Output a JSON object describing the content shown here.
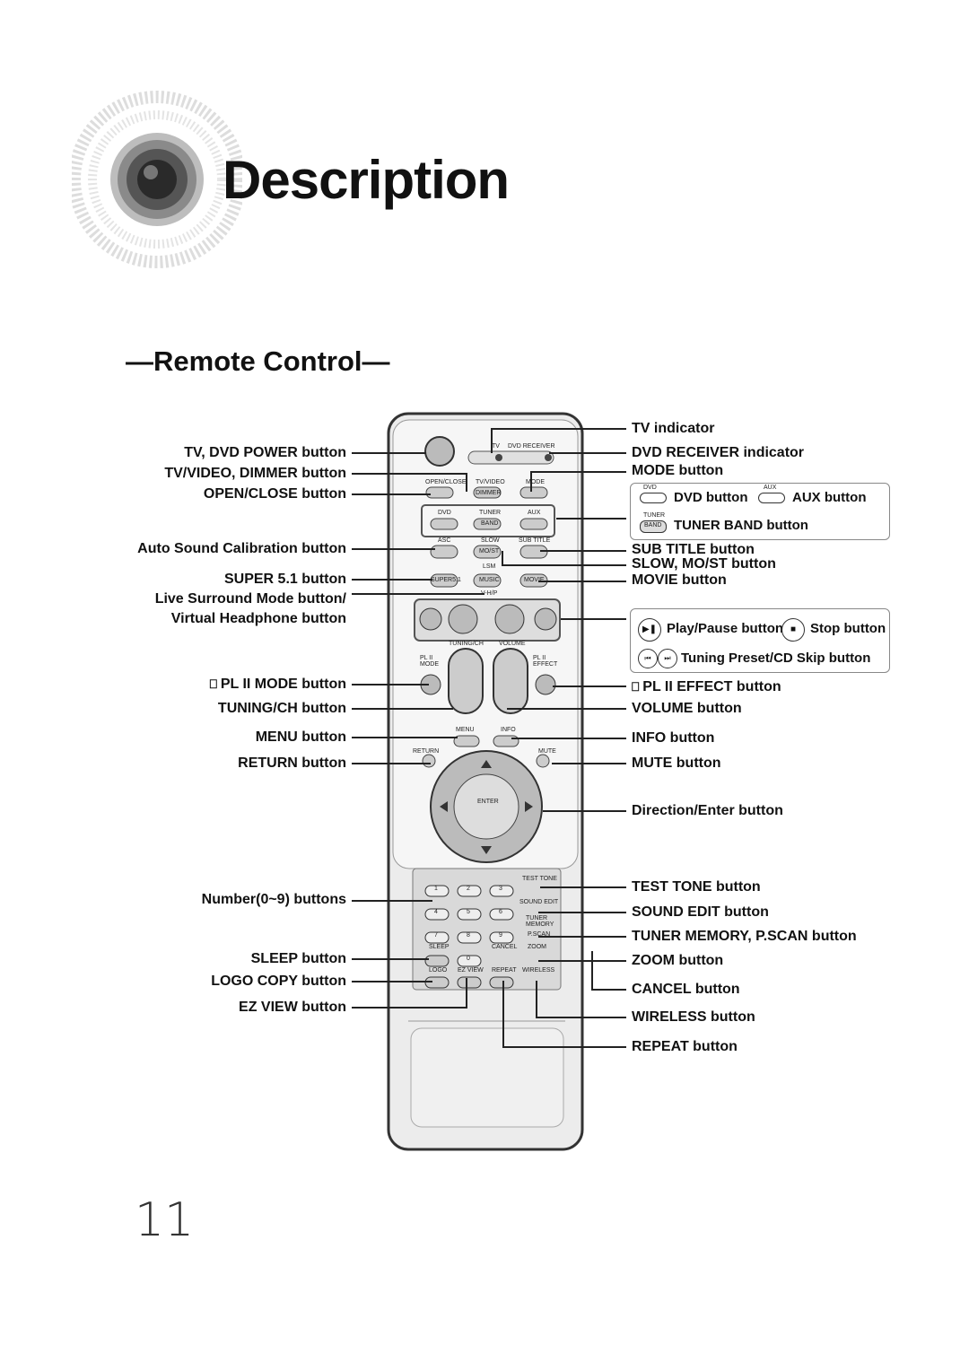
{
  "page": {
    "title": "Description",
    "subtitle": "—Remote Control—",
    "page_number": "11"
  },
  "left_labels": [
    "TV, DVD POWER button",
    "TV/VIDEO, DIMMER button",
    "OPEN/CLOSE button",
    "Auto Sound Calibration button",
    "SUPER 5.1 button",
    "Live Surround Mode button/",
    "Virtual Headphone button",
    "PL II MODE button",
    "TUNING/CH button",
    "MENU button",
    "RETURN button",
    "Number(0~9) buttons",
    "SLEEP button",
    "LOGO COPY button",
    "EZ VIEW button"
  ],
  "right_labels": [
    "TV indicator",
    "DVD RECEIVER indicator",
    "MODE button",
    "SUB TITLE button",
    "SLOW, MO/ST button",
    "MOVIE button",
    "PL II EFFECT button",
    "VOLUME button",
    "INFO button",
    "MUTE button",
    "Direction/Enter button",
    "TEST TONE button",
    "SOUND EDIT button",
    "TUNER MEMORY, P.SCAN button",
    "ZOOM button",
    "CANCEL button",
    "WIRELESS button",
    "REPEAT button"
  ],
  "mode_box": {
    "dvd_tag": "DVD",
    "aux_tag": "AUX",
    "tuner_tag": "TUNER",
    "band_tag": "BAND",
    "dvd_label": "DVD button",
    "aux_label": "AUX button",
    "tuner_label": "TUNER BAND button"
  },
  "transport_box": {
    "play_label": "Play/Pause button",
    "stop_label": "Stop button",
    "skip_label": "Tuning Preset/CD Skip button"
  },
  "remote": {
    "tv": "TV",
    "dvd_receiver": "DVD RECEIVER",
    "open_close": "OPEN/CLOSE",
    "tv_video": "TV/VIDEO",
    "mode": "MODE",
    "dimmer": "DIMMER",
    "dvd": "DVD",
    "tuner": "TUNER",
    "aux": "AUX",
    "band": "BAND",
    "asc": "ASC",
    "slow": "SLOW",
    "sub_title": "SUB TITLE",
    "most": "MO/ST",
    "lsm": "LSM",
    "super51": "SUPER5.1",
    "music": "MUSIC",
    "movie": "MOVIE",
    "vhp": "V-H/P",
    "tuning_ch": "TUNING/CH",
    "volume": "VOLUME",
    "pl2_mode": "PL II\nMODE",
    "pl2_effect": "PL II\nEFFECT",
    "menu": "MENU",
    "info": "INFO",
    "return": "RETURN",
    "mute": "MUTE",
    "enter": "ENTER",
    "test_tone": "TEST TONE",
    "sound_edit": "SOUND EDIT",
    "tuner_memory": "TUNER\nMEMORY",
    "pscan": "P.SCAN",
    "sleep": "SLEEP",
    "cancel": "CANCEL",
    "zoom": "ZOOM",
    "logo": "LOGO",
    "ez_view": "EZ VIEW",
    "repeat": "REPEAT",
    "wireless": "WIRELESS",
    "digits": [
      "1",
      "2",
      "3",
      "4",
      "5",
      "6",
      "7",
      "8",
      "9",
      "0"
    ]
  }
}
